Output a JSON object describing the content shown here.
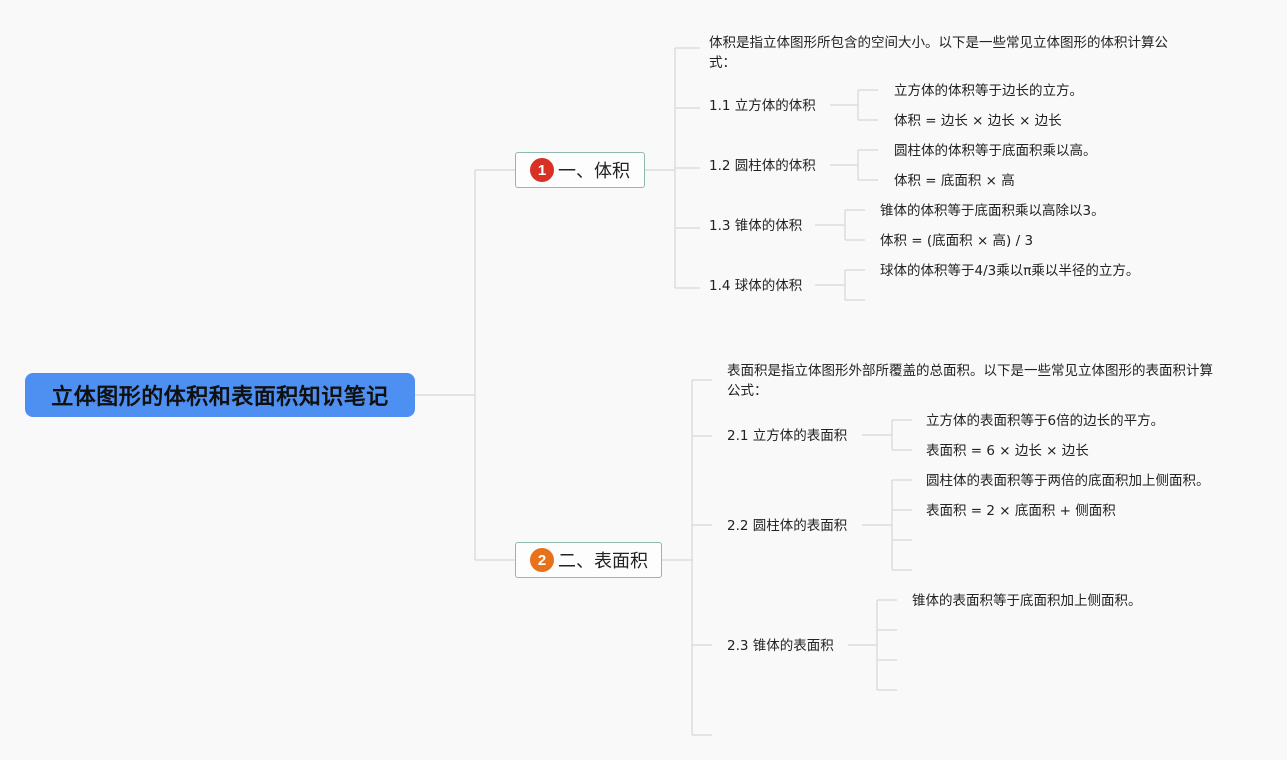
{
  "root": {
    "title": "立体图形的体积和表面积知识笔记"
  },
  "branches": [
    {
      "badge": "1",
      "badge_color": "#d93025",
      "label": "一、体积",
      "intro": "体积是指立体图形所包含的空间大小。以下是一些常见立体图形的体积计算公式：",
      "topics": [
        {
          "label": "1.1 立方体的体积",
          "details": [
            "立方体的体积等于边长的立方。",
            "体积 = 边长 × 边长 × 边长"
          ]
        },
        {
          "label": "1.2 圆柱体的体积",
          "details": [
            "圆柱体的体积等于底面积乘以高。",
            "体积 = 底面积 × 高"
          ]
        },
        {
          "label": "1.3 锥体的体积",
          "details": [
            "锥体的体积等于底面积乘以高除以3。",
            "体积 = (底面积 × 高) / 3"
          ]
        },
        {
          "label": "1.4 球体的体积",
          "details": [
            "球体的体积等于4/3乘以π乘以半径的立方。",
            ""
          ]
        }
      ]
    },
    {
      "badge": "2",
      "badge_color": "#e8711c",
      "label": "二、表面积",
      "intro": "表面积是指立体图形外部所覆盖的总面积。以下是一些常见立体图形的表面积计算公式：",
      "topics": [
        {
          "label": "2.1 立方体的表面积",
          "details": [
            "立方体的表面积等于6倍的边长的平方。",
            "表面积 = 6 × 边长 × 边长"
          ]
        },
        {
          "label": "2.2 圆柱体的表面积",
          "details": [
            "圆柱体的表面积等于两倍的底面积加上侧面积。",
            "表面积 = 2 × 底面积 + 侧面积",
            "",
            ""
          ]
        },
        {
          "label": "2.3 锥体的表面积",
          "details": [
            "锥体的表面积等于底面积加上侧面积。",
            "",
            "",
            ""
          ]
        }
      ]
    }
  ],
  "colors": {
    "root_bg": "#4e8ff2",
    "branch_border": "#8fb9ae",
    "connector": "#d7d7d7"
  }
}
